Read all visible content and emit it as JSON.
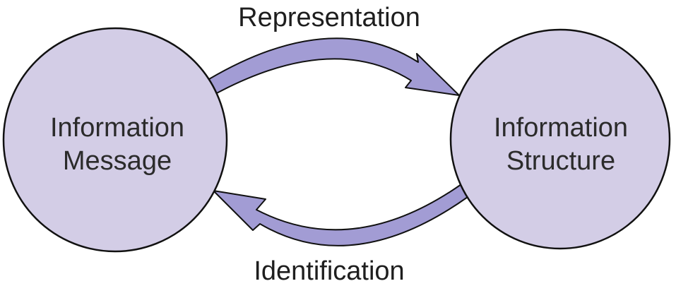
{
  "colors": {
    "node_fill": "#d3cde6",
    "arrow_fill": "#a29cd4",
    "outline": "#111111"
  },
  "nodes": {
    "left": {
      "line1": "Information",
      "line2": "Message"
    },
    "right": {
      "line1": "Information",
      "line2": "Structure"
    }
  },
  "edges": {
    "top": {
      "label": "Representation",
      "from": "Information Message",
      "to": "Information Structure"
    },
    "bottom": {
      "label": "Identification",
      "from": "Information Structure",
      "to": "Information Message"
    }
  }
}
